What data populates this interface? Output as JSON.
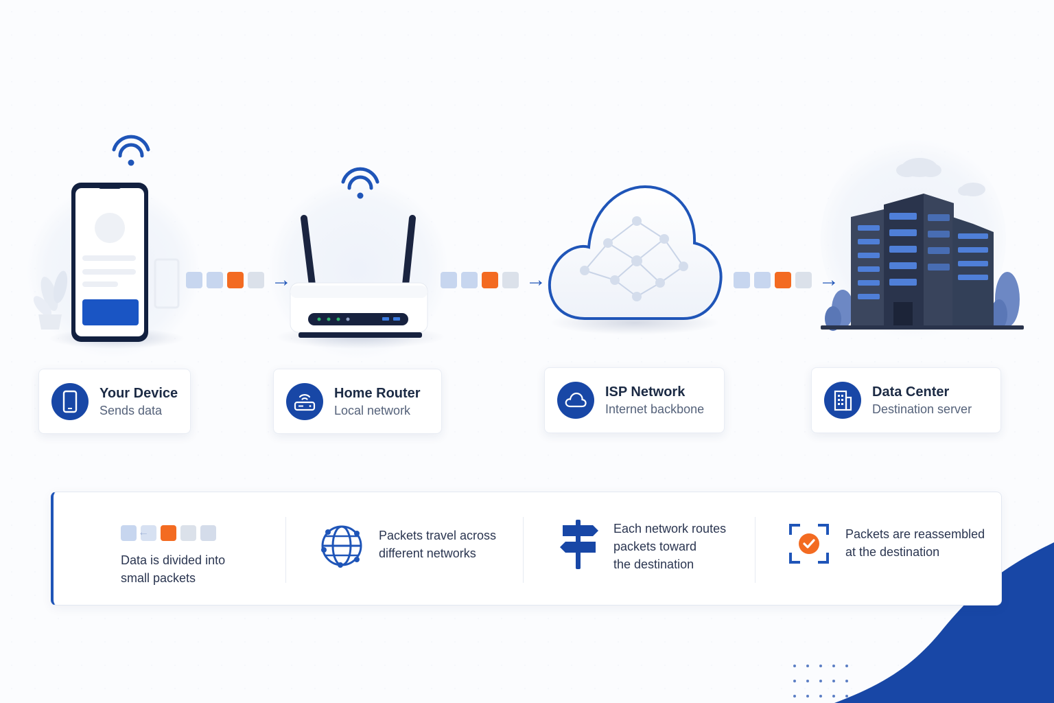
{
  "colors": {
    "primary": "#1847a6",
    "accent_orange": "#f36b21",
    "packet_light": "#c7d6ef",
    "packet_grey": "#dbe1ea"
  },
  "nodes": [
    {
      "id": "device",
      "title": "Your Device",
      "subtitle": "Sends data",
      "icon": "smartphone-icon"
    },
    {
      "id": "router",
      "title": "Home Router",
      "subtitle": "Local network",
      "icon": "router-icon"
    },
    {
      "id": "isp",
      "title": "ISP Network",
      "subtitle": "Internet backbone",
      "icon": "cloud-icon"
    },
    {
      "id": "datacenter",
      "title": "Data Center",
      "subtitle": "Destination server",
      "icon": "building-icon"
    }
  ],
  "packet_sequence": [
    "light",
    "light",
    "orange",
    "grey"
  ],
  "steps": [
    {
      "text_line1": "Data is divided into",
      "text_line2": "small packets",
      "icon": "packets-icon"
    },
    {
      "text_line1": "Packets travel across",
      "text_line2": "different networks",
      "icon": "globe-icon"
    },
    {
      "text_line1": "Each network routes",
      "text_line2": "packets toward",
      "text_line3": "the destination",
      "icon": "signpost-icon"
    },
    {
      "text_line1": "Packets are reassembled",
      "text_line2": "at the destination",
      "icon": "reassemble-check-icon"
    }
  ]
}
